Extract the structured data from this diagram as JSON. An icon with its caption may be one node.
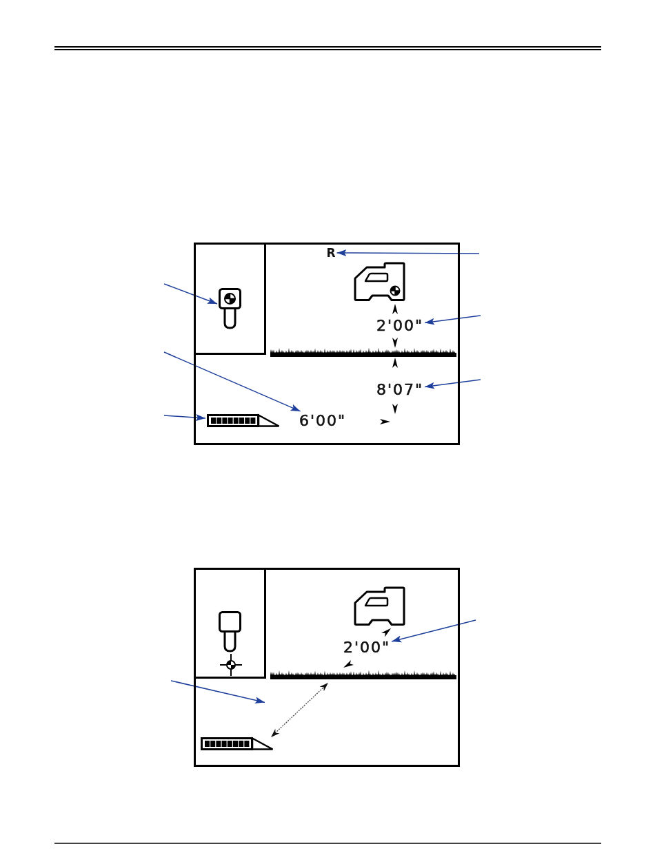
{
  "diagram": {
    "nodes": [
      {
        "text": [],
        "shape": "box"
      },
      {
        "text": [],
        "shape": "box",
        "in": 0
      },
      {
        "text": [],
        "shape": "picture",
        "in": 1
      },
      {
        "text": [
          "R"
        ],
        "in": 0
      },
      {
        "text": [
          "2'00\""
        ],
        "in": 0
      },
      {
        "text": [
          "8'07\""
        ],
        "in": 0
      },
      {
        "text": [
          "6'00\""
        ],
        "in": 0
      },
      {
        "text": [],
        "shape": "picture",
        "in": 0
      },
      {
        "text": [],
        "shape": "box"
      },
      {
        "text": [],
        "shape": "box",
        "in": 8
      },
      {
        "text": [
          "2'00\""
        ],
        "in": 8
      },
      {
        "text": [],
        "shape": "picture",
        "in": 8
      }
    ],
    "edges": [
      {
        "from": null,
        "to": 3,
        "arrow": "to"
      },
      {
        "from": null,
        "to": 2,
        "arrow": "to"
      },
      {
        "from": null,
        "to": 4,
        "arrow": "to"
      },
      {
        "from": null,
        "to": 6,
        "arrow": "to"
      },
      {
        "from": null,
        "to": 5,
        "arrow": "to"
      },
      {
        "from": null,
        "to": 7,
        "arrow": "to"
      },
      {
        "from": null,
        "to": 10,
        "arrow": "to"
      },
      {
        "from": null,
        "to": 11,
        "arrow": "to"
      }
    ]
  }
}
